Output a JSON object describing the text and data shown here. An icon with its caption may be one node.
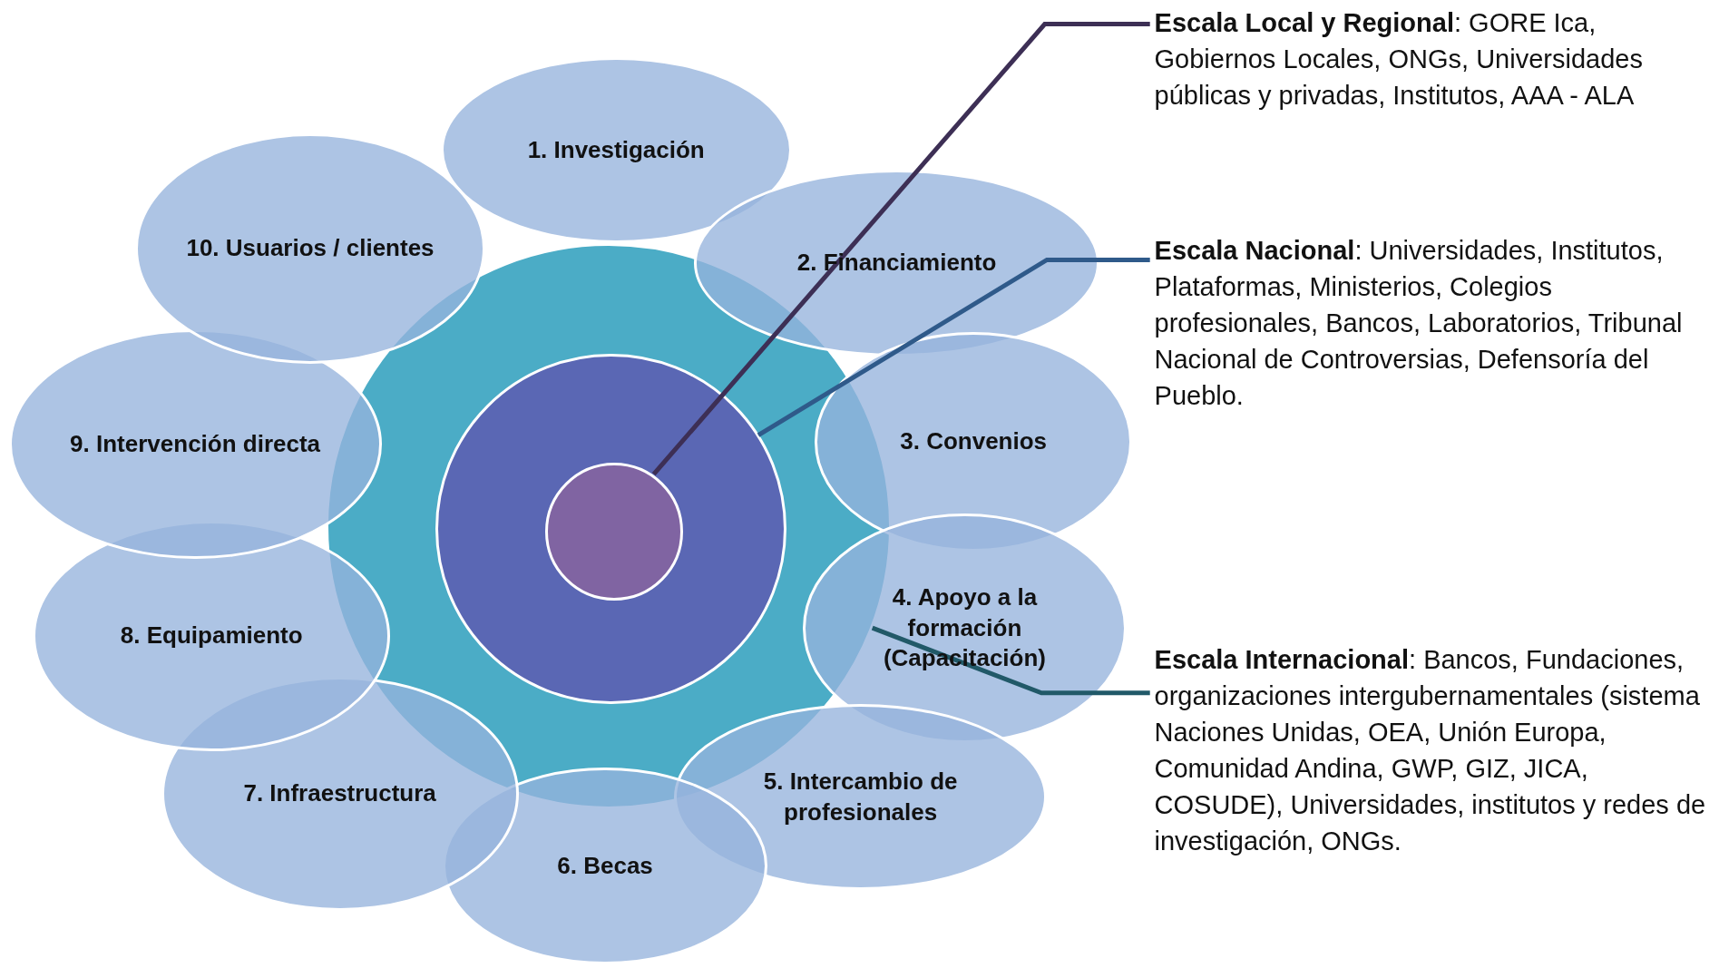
{
  "diagram": {
    "nodes": [
      {
        "text": [],
        "shape": "circle"
      },
      {
        "text": [],
        "shape": "circle",
        "in": 0
      },
      {
        "text": [],
        "shape": "circle",
        "in": 1
      },
      {
        "text": [
          "1. Investigación"
        ]
      },
      {
        "text": [
          "2. Financiamiento"
        ]
      },
      {
        "text": [
          "3. Convenios"
        ]
      },
      {
        "text": [
          "4. Apoyo a la formación (Capacitación)"
        ]
      },
      {
        "text": [
          "5. Intercambio de profesionales"
        ]
      },
      {
        "text": [
          "6. Becas"
        ]
      },
      {
        "text": [
          "7. Infraestructura"
        ]
      },
      {
        "text": [
          "8. Equipamiento"
        ]
      },
      {
        "text": [
          "9. Intervención directa"
        ]
      },
      {
        "text": [
          "10. Usuarios / clientes"
        ]
      },
      {
        "text": [
          "**Escala Local y Regional**: GORE Ica, Gobiernos Locales, ONGs, Universidades públicas y privadas, Institutos, AAA - ALA"
        ]
      },
      {
        "text": [
          "**Escala Nacional**: Universidades, Institutos, Plataformas, Ministerios, Colegios profesionales, Bancos, Laboratorios, Tribunal Nacional de Controversias, Defensoría del Pueblo."
        ]
      },
      {
        "text": [
          "**Escala Internacional**: Bancos, Fundaciones, organizaciones intergubernamentales  (sistema Naciones Unidas, OEA, Unión Europa, Comunidad Andina, GWP, GIZ, JICA, COSUDE), Universidades, institutos y redes de investigación, ONGs."
        ]
      }
    ],
    "edges": [
      {
        "from": 13,
        "to": 2,
        "arrow": "none",
        "color": "#3d2f55"
      },
      {
        "from": 14,
        "to": 1,
        "arrow": "none",
        "color": "#2f5a8a"
      },
      {
        "from": 15,
        "to": 0,
        "arrow": "none",
        "color": "#215968"
      }
    ]
  }
}
